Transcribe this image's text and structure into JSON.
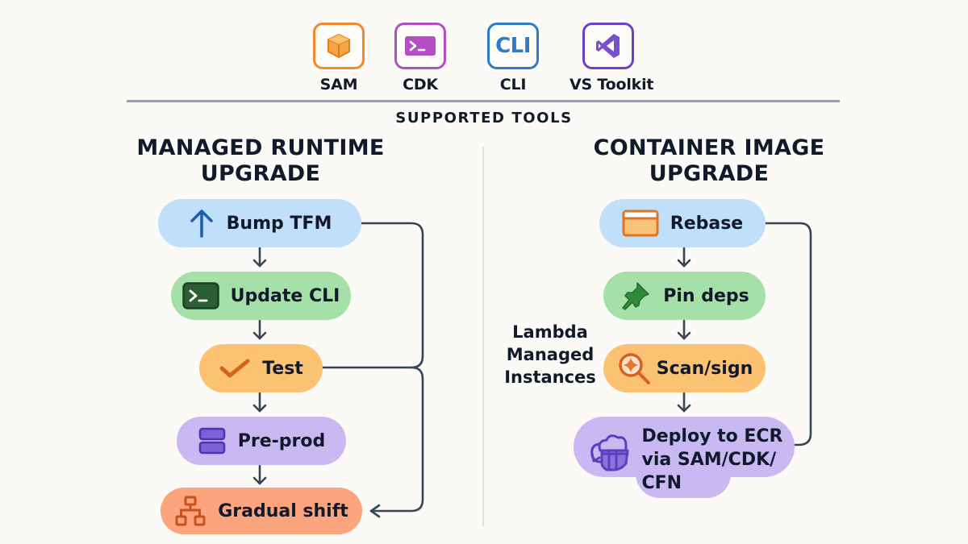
{
  "tools": {
    "heading": "SUPPORTED TOOLS",
    "items": [
      {
        "label": "SAM",
        "icon": "cube-icon",
        "color": "#ee8a2a"
      },
      {
        "label": "CDK",
        "icon": "terminal-icon",
        "color": "#b34fc2"
      },
      {
        "label": "CLI",
        "icon": "cli-icon",
        "icon_text": "CLI",
        "color": "#2f7bc8"
      },
      {
        "label": "VS Toolkit",
        "icon": "visual-studio-icon",
        "color": "#6d3fc6"
      }
    ]
  },
  "managed_runtime": {
    "title_line1": "MANAGED RUNTIME",
    "title_line2": "UPGRADE",
    "steps": [
      {
        "label": "Bump TFM",
        "icon": "arrow-up-icon",
        "color": "#bfdffa"
      },
      {
        "label": "Update CLI",
        "icon": "terminal-icon",
        "color": "#a5e0a9"
      },
      {
        "label": "Test",
        "icon": "checkmark-icon",
        "color": "#fbc274"
      },
      {
        "label": "Pre-prod",
        "icon": "server-stack-icon",
        "color": "#c9b9f2"
      },
      {
        "label": "Gradual shift",
        "icon": "hierarchy-icon",
        "color": "#fba47d"
      }
    ]
  },
  "container_image": {
    "title_line1": "CONTAINER IMAGE",
    "title_line2": "UPGRADE",
    "side_note": [
      "Lambda",
      "Managed",
      "Instances"
    ],
    "steps": [
      {
        "label": "Rebase",
        "icon": "window-icon",
        "color": "#bfdffa"
      },
      {
        "label": "Pin deps",
        "icon": "pushpin-icon",
        "color": "#a5e0a9"
      },
      {
        "label": "Scan/sign",
        "icon": "magnifier-scan-icon",
        "color": "#fbc274"
      },
      {
        "label_lines": [
          "Deploy to ECR",
          "via SAM/CDK/",
          "CFN"
        ],
        "icon": "cloud-deploy-icon",
        "color": "#c9b9f2"
      }
    ]
  }
}
